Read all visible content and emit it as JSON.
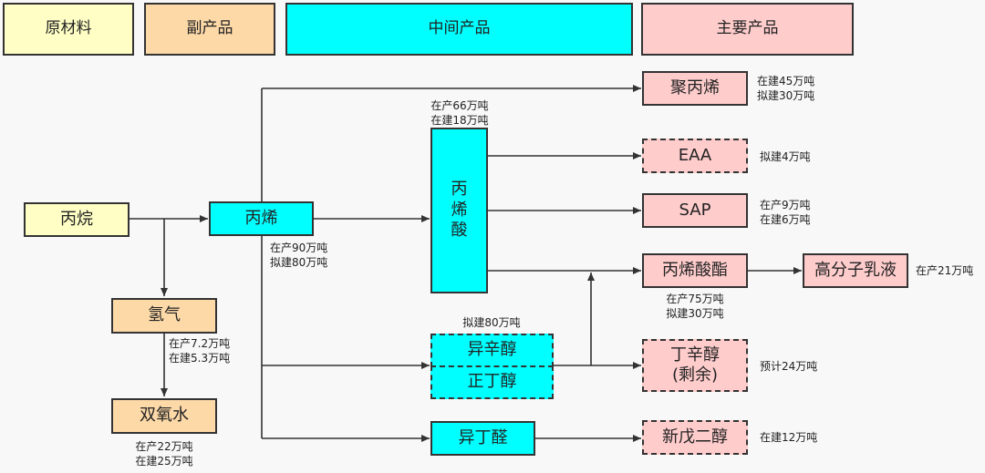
{
  "legend": {
    "raw": "原材料",
    "byproduct": "副产品",
    "intermediate": "中间产品",
    "main": "主要产品"
  },
  "nodes": {
    "propane": "丙烷",
    "propylene": "丙烯",
    "hydrogen": "氢气",
    "h2o2": "双氧水",
    "acrylic_acid_1": "丙",
    "acrylic_acid_2": "烯",
    "acrylic_acid_3": "酸",
    "isooctanol": "异辛醇",
    "n_butanol": "正丁醇",
    "isobutyraldehyde": "异丁醛",
    "polypropylene": "聚丙烯",
    "eaa": "EAA",
    "sap": "SAP",
    "acrylate": "丙烯酸酯",
    "emulsion": "高分子乳液",
    "octanol_1": "丁辛醇",
    "octanol_2": "(剩余)",
    "npg": "新戊二醇"
  },
  "notes": {
    "acrylic_acid": [
      "在产66万吨",
      "在建18万吨"
    ],
    "propylene": [
      "在产90万吨",
      "拟建80万吨"
    ],
    "hydrogen": [
      "在产7.2万吨",
      "在建5.3万吨"
    ],
    "h2o2": [
      "在产22万吨",
      "在建25万吨"
    ],
    "polypropylene": [
      "在建45万吨",
      "拟建30万吨"
    ],
    "eaa": [
      "拟建4万吨"
    ],
    "sap": [
      "在产9万吨",
      "在建6万吨"
    ],
    "acrylate": [
      "在产75万吨",
      "拟建30万吨"
    ],
    "emulsion": [
      "在产21万吨"
    ],
    "isooctanol": [
      "拟建80万吨"
    ],
    "octanol": [
      "预计24万吨"
    ],
    "npg": [
      "在建12万吨"
    ]
  },
  "colors": {
    "raw": "#ffffc5",
    "byproduct": "#fdd9a8",
    "intermediate": "#00ffff",
    "main": "#ffcccc",
    "line": "#333333"
  }
}
